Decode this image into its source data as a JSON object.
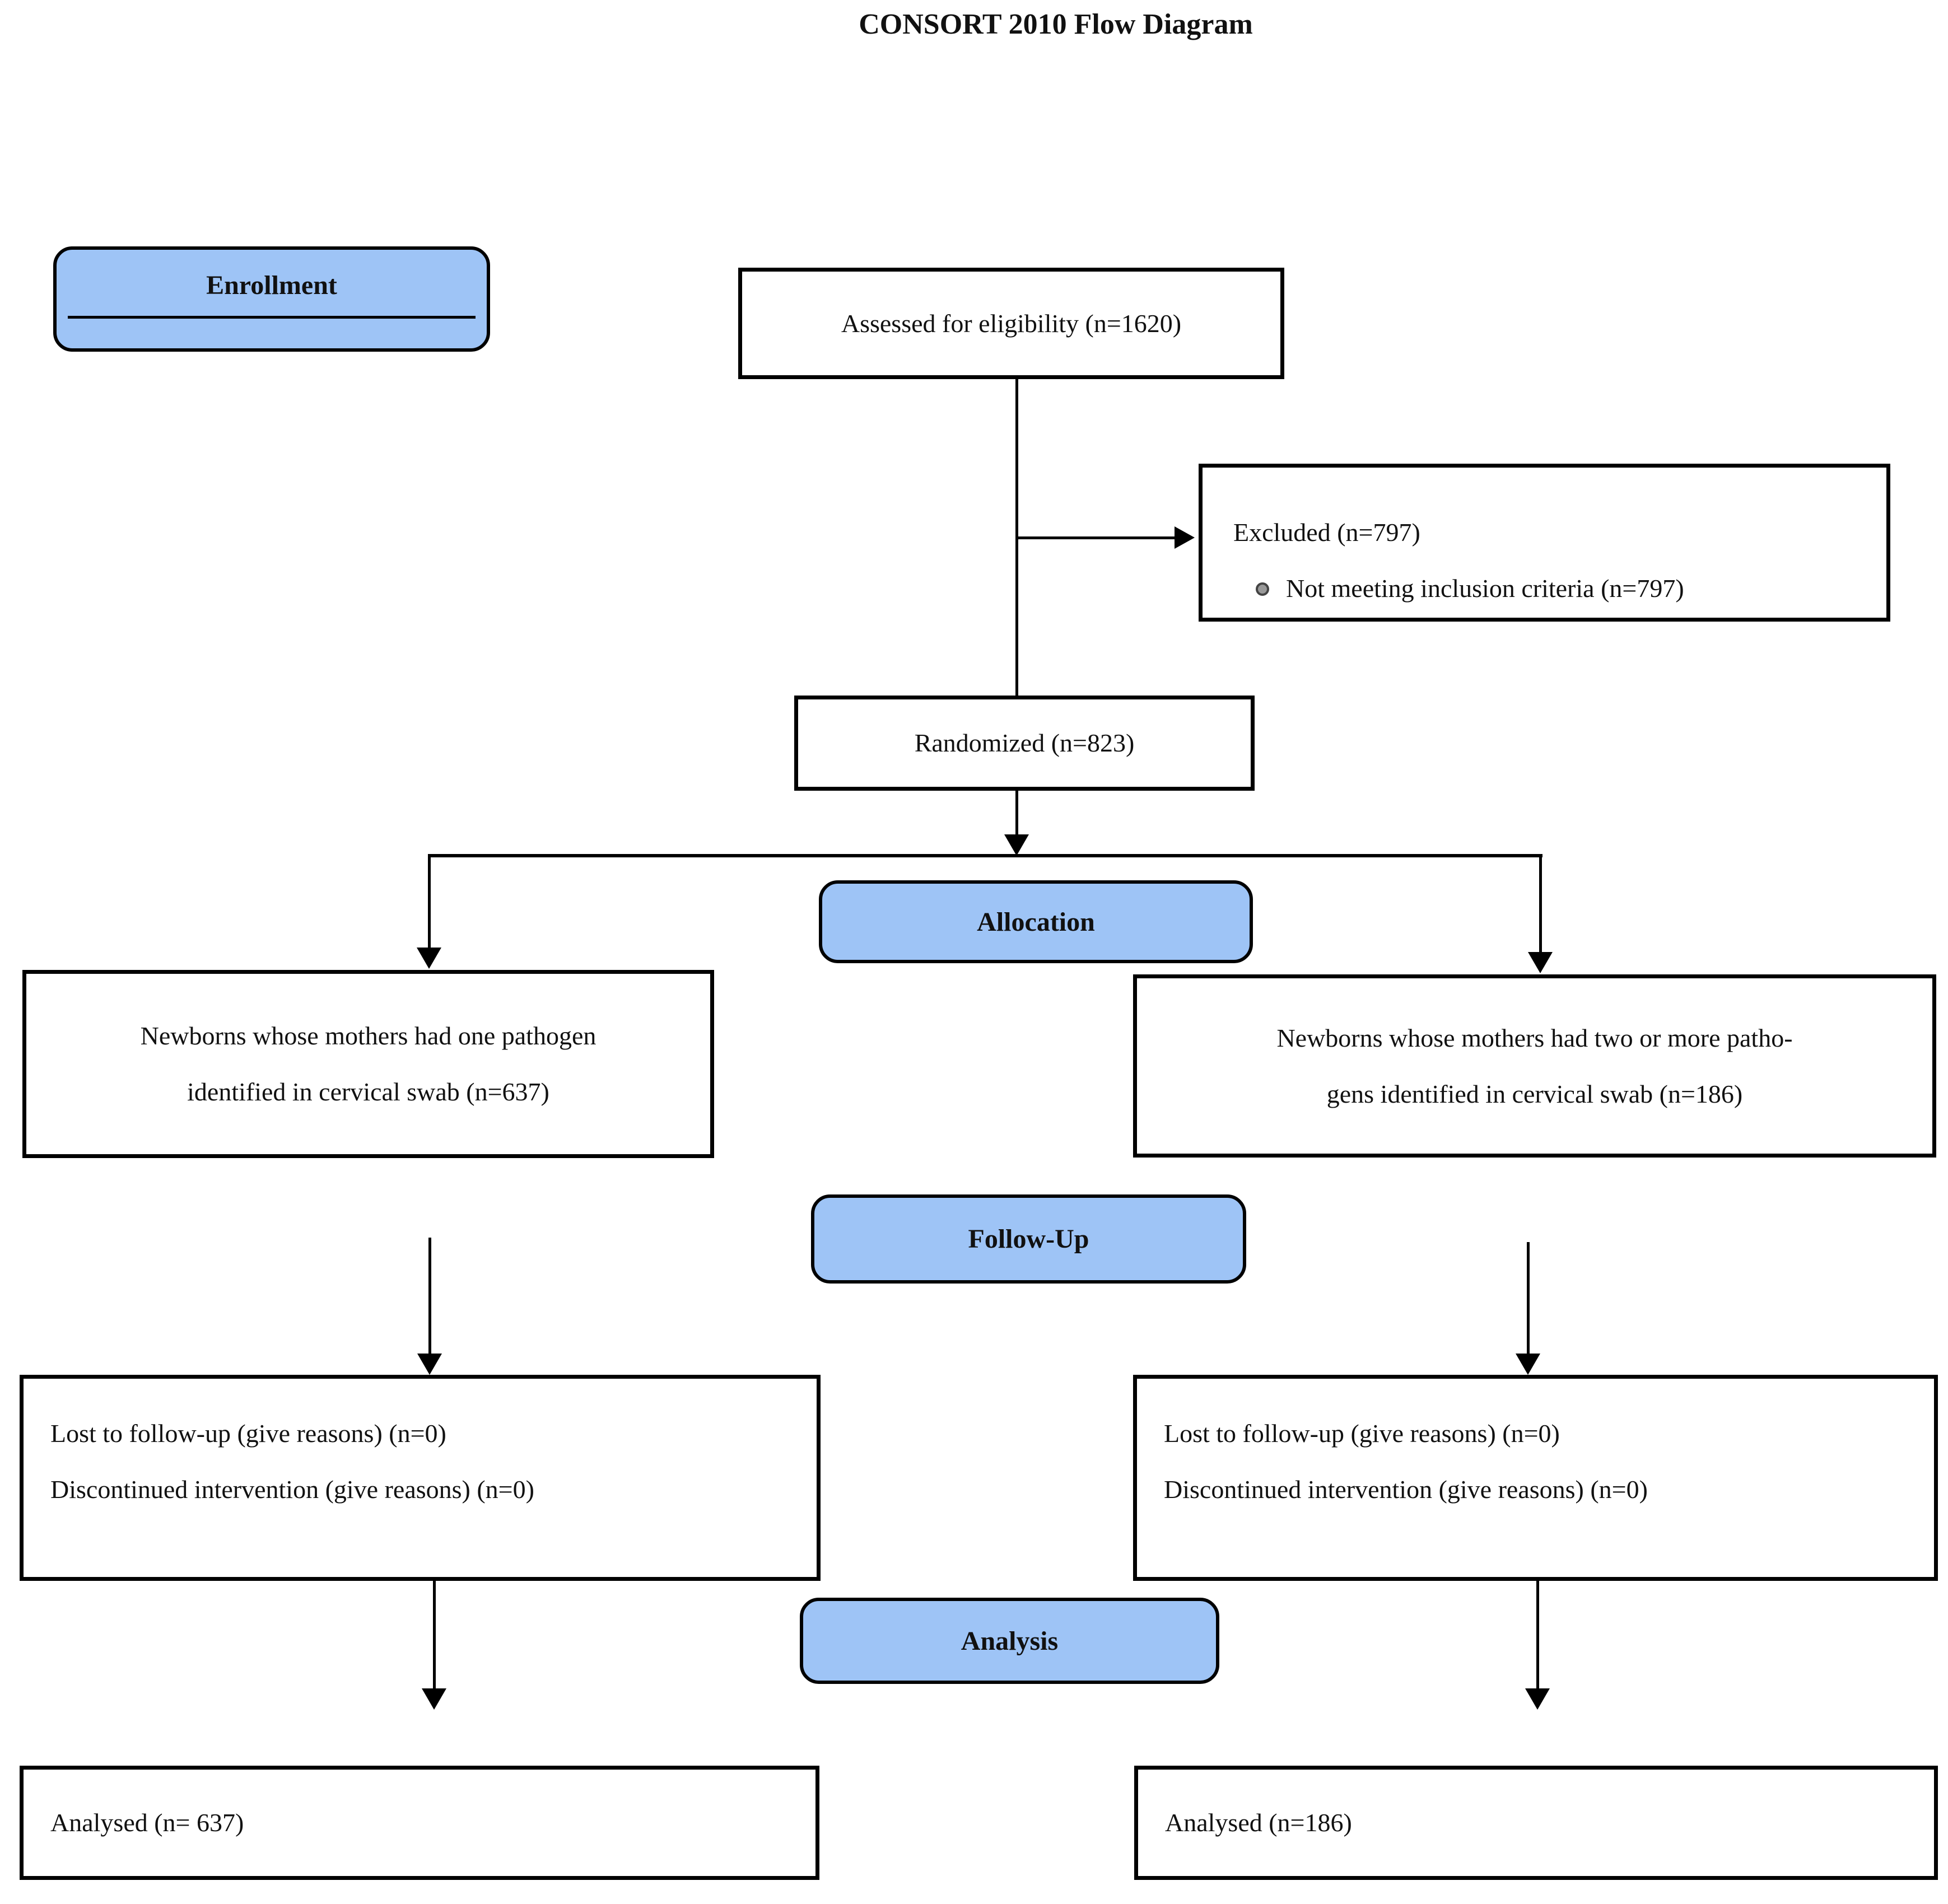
{
  "title": "CONSORT 2010 Flow Diagram",
  "colors": {
    "badge_fill": "#9EC4F6",
    "border": "#000000",
    "text": "#111111",
    "background": "#FFFFFF"
  },
  "icons": {
    "excluded_bullet": "circle-bullet",
    "connector_arrow": "filled-triangle-arrowhead"
  },
  "badges": {
    "enrollment": "Enrollment",
    "allocation": "Allocation",
    "followup": "Follow-Up",
    "analysis": "Analysis"
  },
  "boxes": {
    "assessed": {
      "text": "Assessed for eligibility (n=1620)"
    },
    "excluded": {
      "title": "Excluded (n=797)",
      "bullet_item": "Not meeting inclusion criteria (n=797)"
    },
    "randomized": {
      "text": "Randomized (n=823)"
    },
    "allocation_left": {
      "lines": [
        "Newborns whose mothers had one pathogen",
        "identified in cervical swab (n=637)"
      ]
    },
    "allocation_right": {
      "lines": [
        "Newborns whose mothers had two or more patho-",
        "gens identified in cervical swab (n=186)"
      ]
    },
    "followup_left": {
      "lines": [
        "Lost to follow-up (give reasons) (n=0)",
        "Discontinued intervention (give reasons) (n=0)"
      ]
    },
    "followup_right": {
      "lines": [
        "Lost to follow-up (give reasons) (n=0)",
        "Discontinued intervention (give reasons) (n=0)"
      ]
    },
    "analysed_left": {
      "text": "Analysed  (n= 637)"
    },
    "analysed_right": {
      "text": "Analysed  (n=186)"
    }
  }
}
